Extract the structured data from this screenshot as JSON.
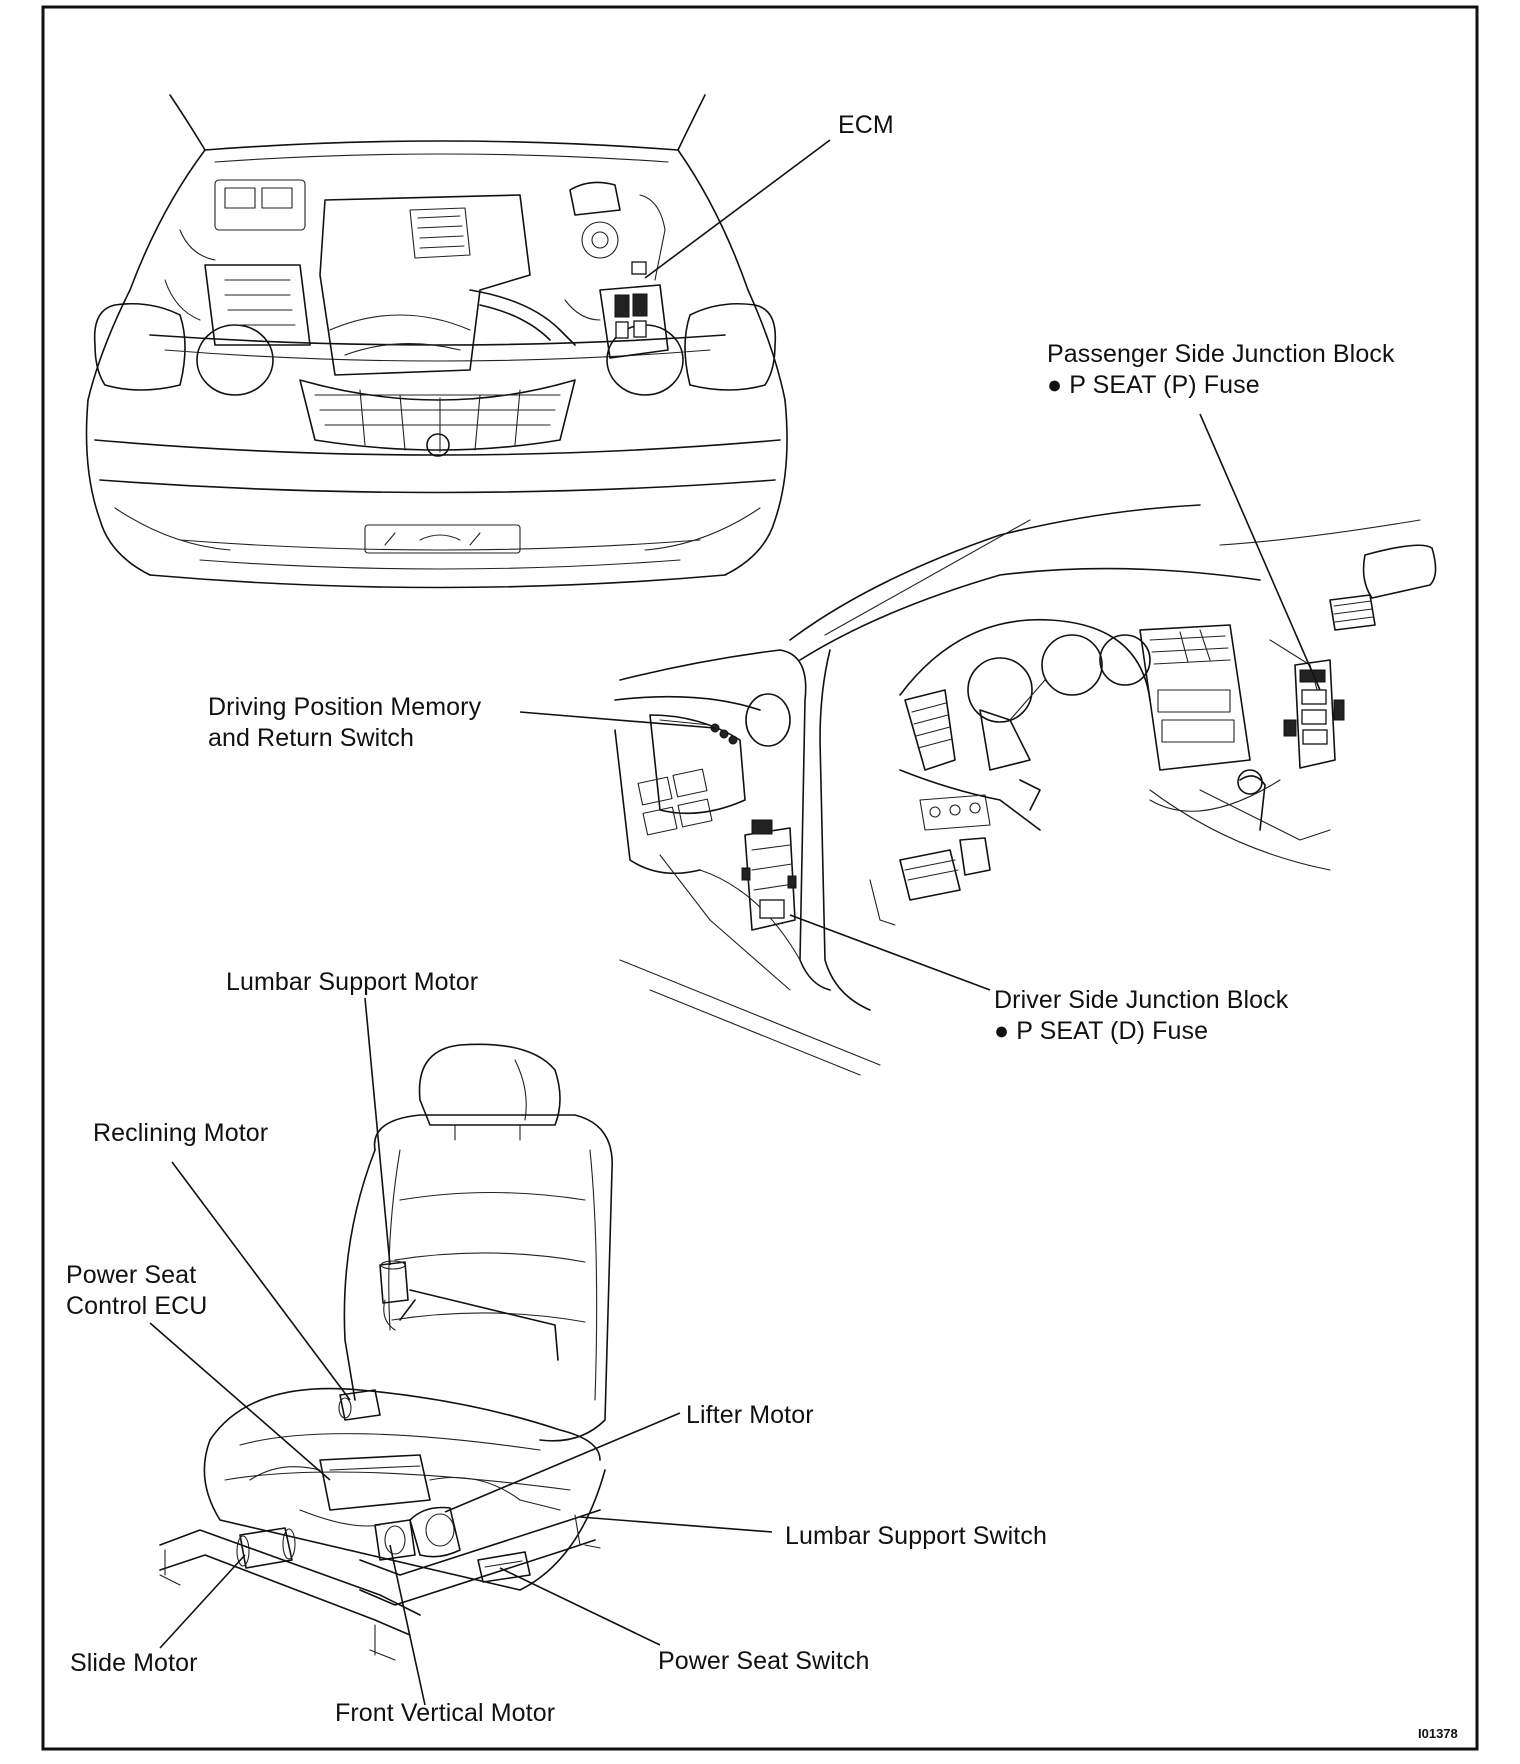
{
  "figure_code": "I01378",
  "labels": {
    "ecm": "ECM",
    "passenger_jb_line1": "Passenger Side Junction Block",
    "passenger_jb_line2": "● P SEAT (P) Fuse",
    "memory_switch_line1": "Driving Position Memory",
    "memory_switch_line2": "and Return Switch",
    "driver_jb_line1": "Driver Side Junction Block",
    "driver_jb_line2": "● P SEAT (D) Fuse",
    "lumbar_motor": "Lumbar Support Motor",
    "reclining_motor": "Reclining Motor",
    "seat_ecu_line1": "Power Seat",
    "seat_ecu_line2": "Control ECU",
    "lifter_motor": "Lifter Motor",
    "lumbar_switch": "Lumbar Support Switch",
    "slide_motor": "Slide Motor",
    "power_seat_switch": "Power Seat Switch",
    "front_vertical_motor": "Front Vertical Motor"
  },
  "colors": {
    "ink": "#111111",
    "paper": "#ffffff"
  }
}
